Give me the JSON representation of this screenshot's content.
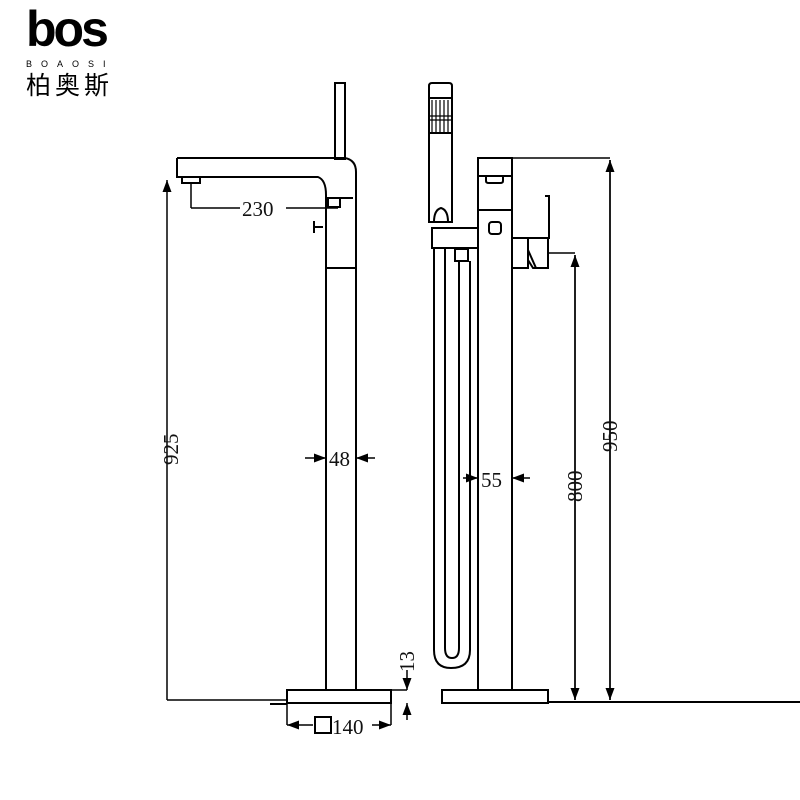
{
  "logo": {
    "mark": "bos",
    "subtitle": "BOAOSI",
    "chinese": "柏奥斯"
  },
  "dimensions": {
    "spout_reach": "230",
    "total_height_left": "925",
    "column_width": "48",
    "base_thickness": "13",
    "base_width": "140",
    "column_width_right": "55",
    "handle_height": "800",
    "total_height_right": "950"
  }
}
